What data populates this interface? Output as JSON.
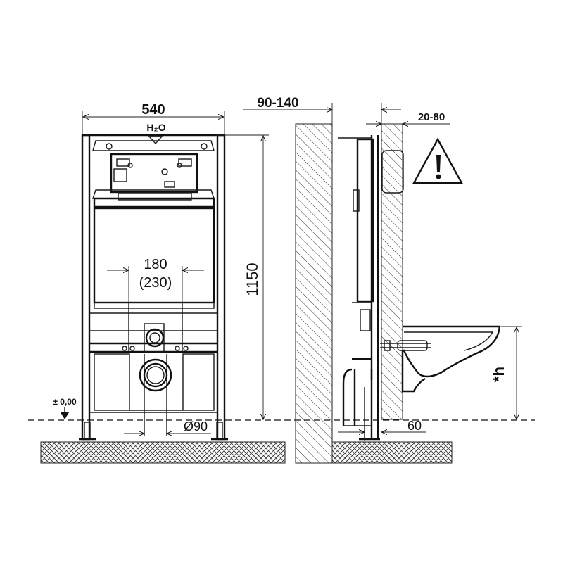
{
  "dims": {
    "frame_width": "540",
    "wall_offset": "90-140",
    "finish_thickness": "20-80",
    "water_symbol": "H₂O",
    "inlet_spacing": "180",
    "inlet_spacing_alt": "(230)",
    "frame_height": "1150",
    "floor_level": "± 0,00",
    "drain_diameter": "Ø90",
    "bolt_offset": "60",
    "bowl_height": "*h"
  },
  "symbols": {
    "warning": "warning-triangle-icon",
    "warning_mark": "!"
  },
  "colors": {
    "line": "#111111",
    "background": "#ffffff"
  }
}
